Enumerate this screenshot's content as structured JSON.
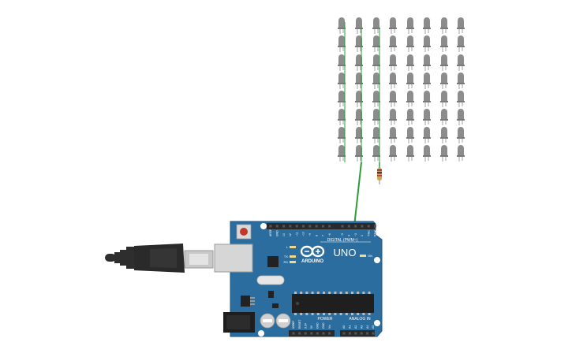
{
  "canvas": {
    "background": "#ffffff"
  },
  "led_matrix": {
    "rows": 8,
    "columns": 8,
    "led_color": "#8c8c8c",
    "wire_color": "#2a9d3a"
  },
  "resistor": {
    "body_color": "#c9a06b",
    "bands": [
      "#7a2e12",
      "#111111",
      "#c0392b",
      "#d4af37"
    ]
  },
  "arduino": {
    "board_color": "#2b6d9e",
    "brand_label": "ARDUINO",
    "model_label": "UNO",
    "digital_header_label": "DIGITAL (PWM~)",
    "power_header_label": "POWER",
    "analog_header_label": "ANALOG IN",
    "on_label": "ON",
    "led_labels": {
      "l": "L",
      "tx": "TX",
      "rx": "RX"
    },
    "digital_pins": [
      "AREF",
      "GND",
      "13",
      "12",
      "~11",
      "~10",
      "~9",
      "8",
      "7",
      "~6",
      "~5",
      "4",
      "~3",
      "2",
      "TX▸1",
      "RX◂0"
    ],
    "power_pins": [
      "IOREF",
      "RESET",
      "3.3V",
      "5V",
      "GND",
      "GND",
      "Vin"
    ],
    "analog_pins": [
      "A0",
      "A1",
      "A2",
      "A3",
      "A4",
      "A5"
    ]
  },
  "usb_cable": {
    "color": "#2e2e2e"
  }
}
